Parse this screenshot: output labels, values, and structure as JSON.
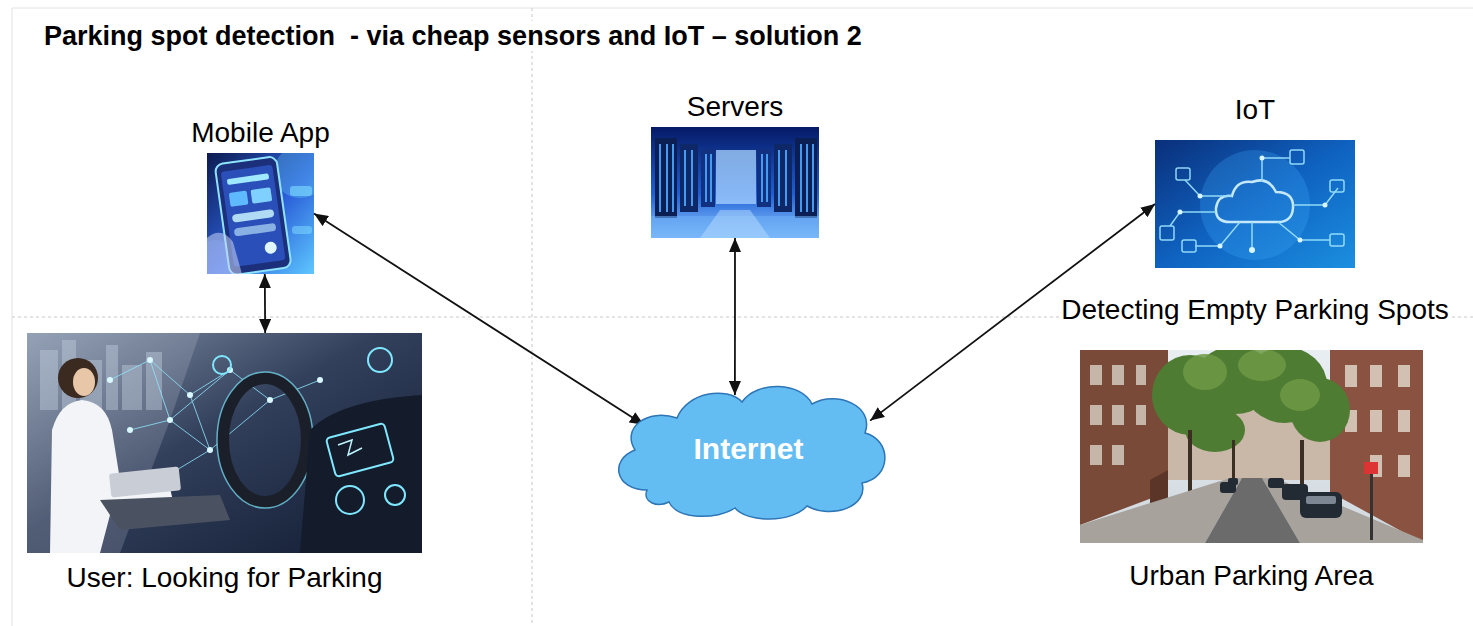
{
  "diagram": {
    "title": "Parking spot detection  - via cheap sensors and IoT – solution 2",
    "nodes": [
      {
        "text": [
          "Mobile App"
        ]
      },
      {
        "text": [
          "Servers"
        ]
      },
      {
        "text": [
          "IoT",
          "Detecting Empty Parking Spots"
        ]
      },
      {
        "text": [
          "User: Looking for Parking"
        ]
      },
      {
        "text": [
          "Internet"
        ]
      },
      {
        "text": [
          "Urban Parking Area"
        ]
      }
    ],
    "edges": [
      {
        "from": 0,
        "to": 3,
        "arrow": "both"
      },
      {
        "from": 0,
        "to": 4,
        "arrow": "both"
      },
      {
        "from": 1,
        "to": 4,
        "arrow": "both"
      },
      {
        "from": 2,
        "to": 4,
        "arrow": "both"
      }
    ]
  }
}
